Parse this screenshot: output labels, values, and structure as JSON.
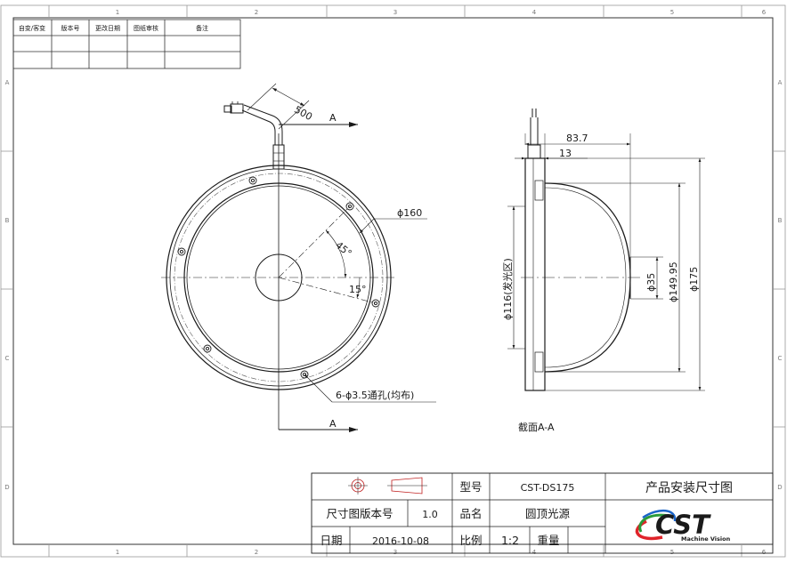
{
  "revision_table": {
    "headers": [
      "自变/客变",
      "版本号",
      "更改日期",
      "图纸审核",
      "备注"
    ]
  },
  "border_zones": {
    "columns": [
      "1",
      "2",
      "3",
      "4",
      "5",
      "6"
    ],
    "rows": [
      "A",
      "B",
      "C",
      "D"
    ]
  },
  "front_view": {
    "cable_length": "500",
    "outer_diameter": "ϕ160",
    "angle_1": "45°",
    "angle_2": "15°",
    "holes": "6-ϕ3.5通孔(均布)",
    "section_mark": "A"
  },
  "side_view": {
    "total_depth": "83.7",
    "base_height": "13",
    "emitting_area": "ϕ116(发光区)",
    "top_hole": "ϕ35",
    "inner_diameter": "ϕ149.95",
    "outer_diameter": "ϕ175",
    "section_label": "截面A-A"
  },
  "title_block": {
    "model_label": "型号",
    "model_value": "CST-DS175",
    "drawing_title": "产品安装尺寸图",
    "version_label": "尺寸图版本号",
    "version_value": "1.0",
    "name_label": "品名",
    "name_value": "圆顶光源",
    "date_label": "日期",
    "date_value": "2016-10-08",
    "scale_label": "比例",
    "scale_value": "1:2",
    "weight_label": "重量",
    "weight_value": ""
  },
  "logo": {
    "brand": "CST",
    "tagline": "Machine Vision",
    "colors": {
      "blue": "#1a64c8",
      "red": "#e0242a",
      "green": "#2a9a3a"
    }
  }
}
